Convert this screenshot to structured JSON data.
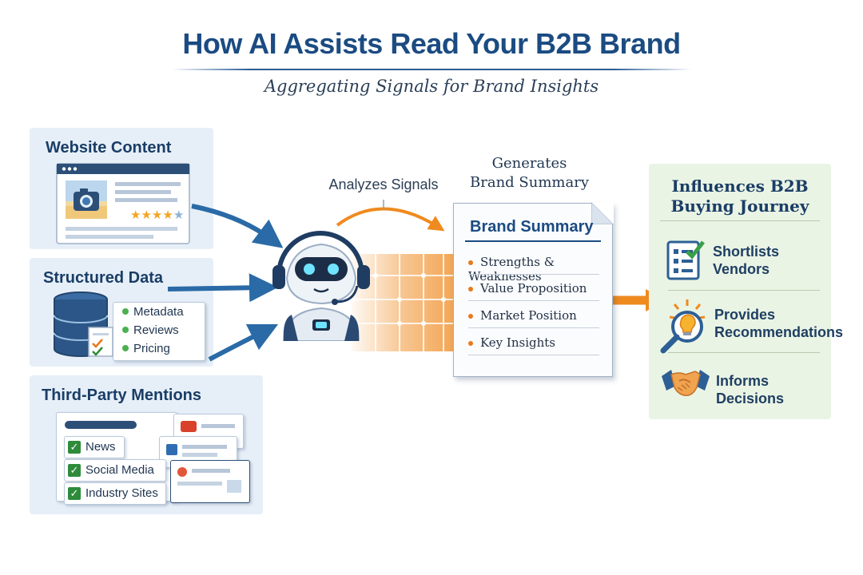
{
  "header": {
    "title": "How AI Assists Read Your B2B Brand",
    "subtitle": "Aggregating Signals for Brand Insights"
  },
  "sources": {
    "website": {
      "title": "Website Content"
    },
    "structured": {
      "title": "Structured Data",
      "items": [
        "Metadata",
        "Reviews",
        "Pricing"
      ]
    },
    "third_party": {
      "title": "Third-Party Mentions",
      "items": [
        "News",
        "Social Media",
        "Industry Sites"
      ]
    }
  },
  "flow": {
    "analyzes": "Analyzes Signals",
    "generates_line1": "Generates",
    "generates_line2": "Brand Summary"
  },
  "summary": {
    "title": "Brand Summary",
    "bullets": [
      "Strengths & Weaknesses",
      "Value Proposition",
      "Market Position",
      "Key Insights"
    ]
  },
  "outcome": {
    "title_line1": "Influences B2B",
    "title_line2": "Buying Journey",
    "items": [
      {
        "icon": "checklist-icon",
        "line1": "Shortlists",
        "line2": "Vendors"
      },
      {
        "icon": "lightbulb-magnifier-icon",
        "line1": "Provides",
        "line2": "Recommendations"
      },
      {
        "icon": "handshake-icon",
        "line1": "Informs",
        "line2": "Decisions"
      }
    ]
  },
  "colors": {
    "navy": "#1b4b82",
    "arrow_blue": "#2a6aa6",
    "orange": "#ef8a1f",
    "green_check": "#2e8b3a",
    "panel_blue": "#e6eff8",
    "panel_green": "#eaf4e4"
  }
}
